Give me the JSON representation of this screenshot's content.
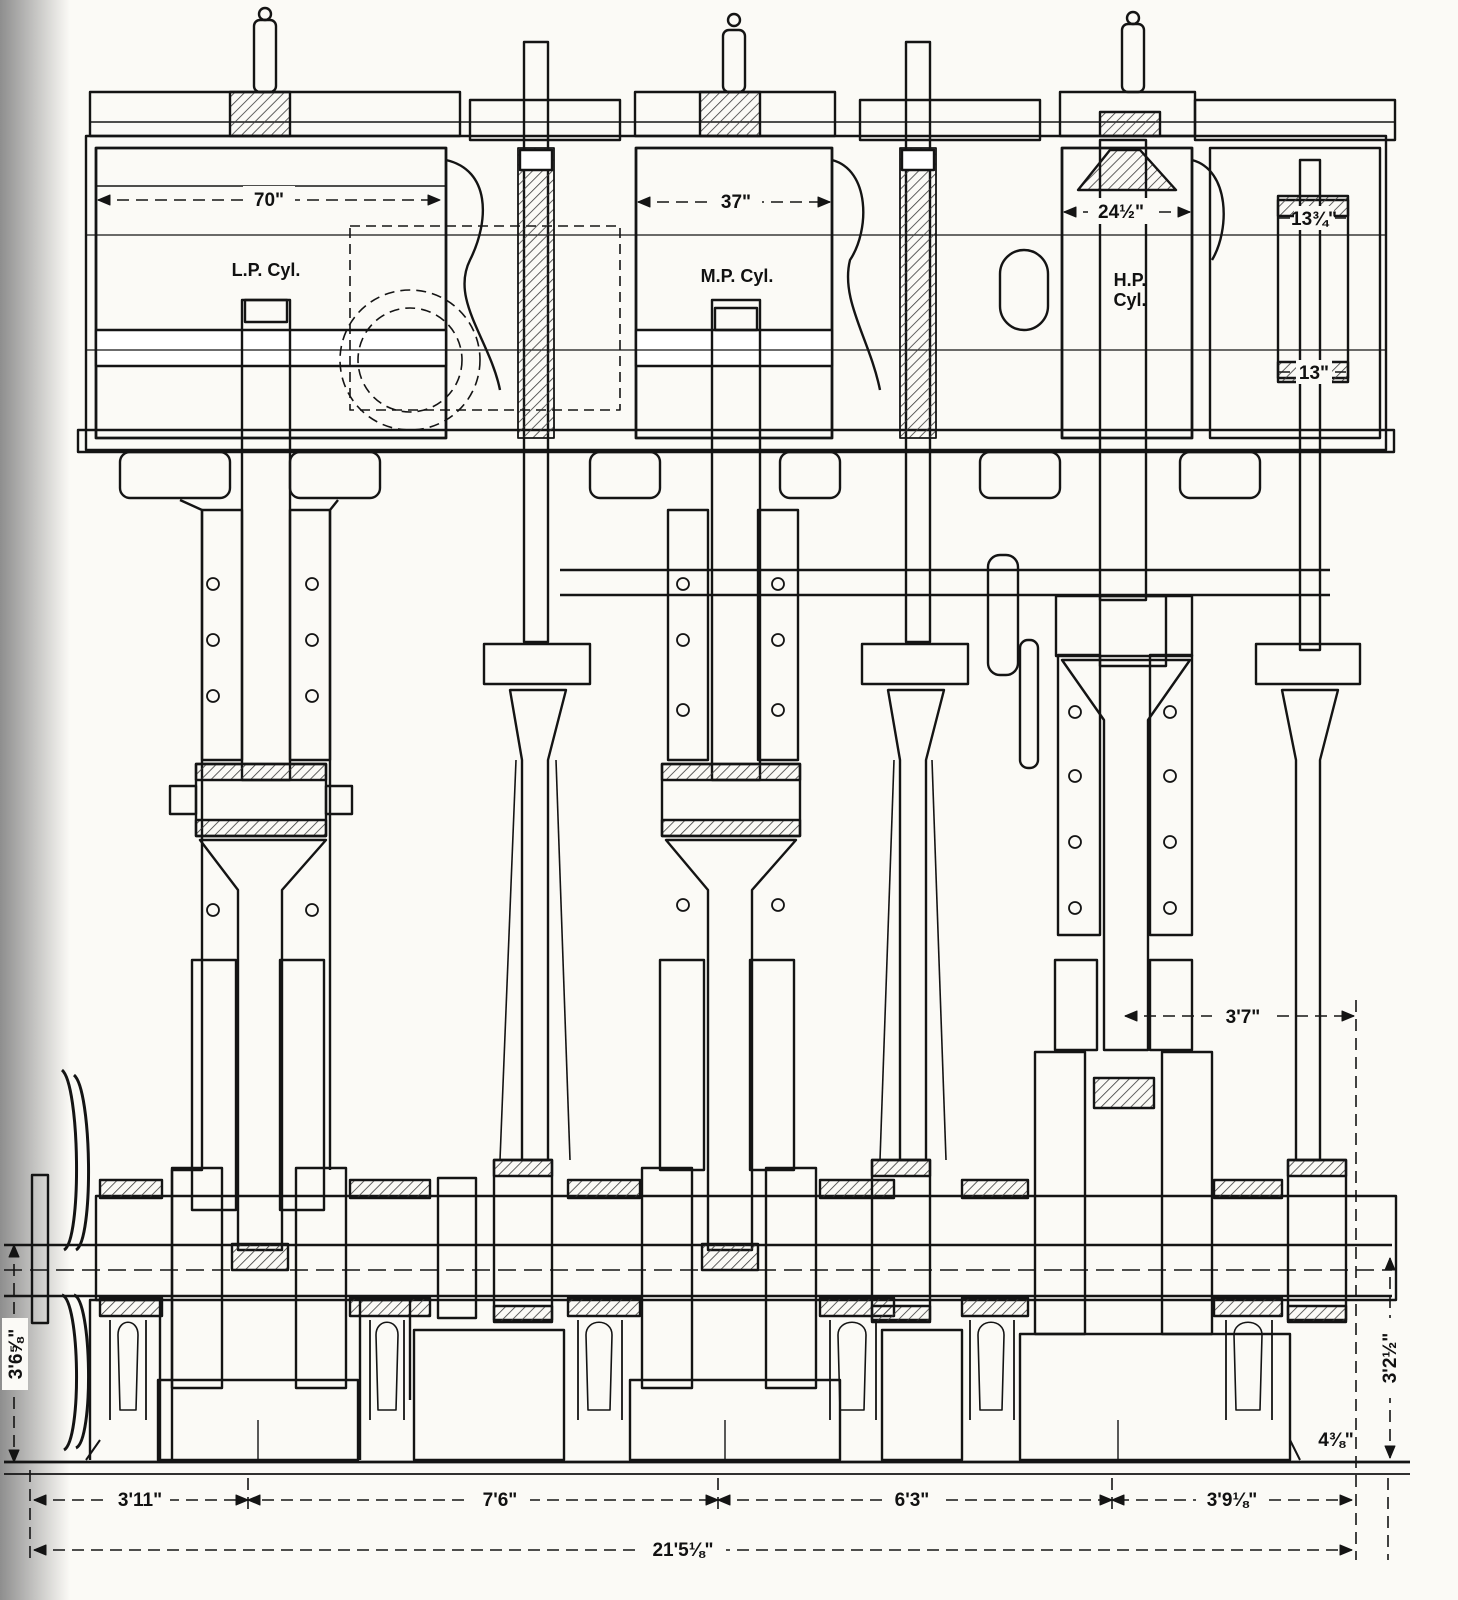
{
  "diagram": {
    "colors": {
      "ink": "#141414",
      "paper": "#fbfaf6",
      "hatch": "#3a3a3a",
      "gutter": "#9a9a9a"
    },
    "cylinders": [
      {
        "id": "lp",
        "label": "L.P. Cyl.",
        "bore": "70\""
      },
      {
        "id": "mp",
        "label": "M.P. Cyl.",
        "bore": "37\""
      },
      {
        "id": "hp",
        "label_line1": "H.P.",
        "label_line2": "Cyl.",
        "bore": "24½\""
      }
    ],
    "valve_dims": {
      "upper": "13¾\"",
      "lower": "13\""
    },
    "dimensions": {
      "crank_throw": "3'7\"",
      "height_left": "3'6⅝\"",
      "height_right": "3'2½\"",
      "foot": "4⅜\"",
      "spacings": [
        "3'11\"",
        "7'6\"",
        "6'3\"",
        "3'9⅛\""
      ],
      "overall": "21'5⅛\""
    }
  }
}
